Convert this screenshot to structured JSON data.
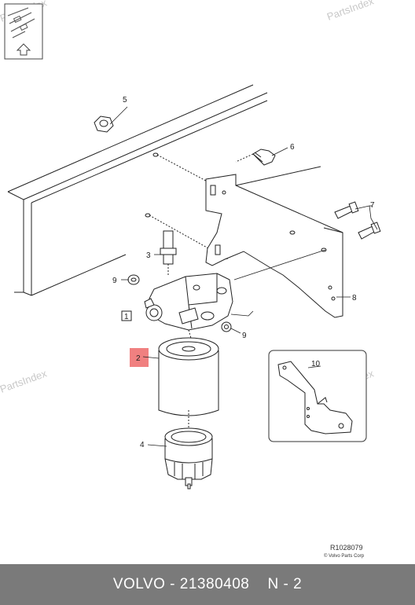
{
  "watermark": "PartsIndex",
  "callouts": {
    "c1": "1",
    "c2": "2",
    "c3": "3",
    "c4": "4",
    "c5": "5",
    "c6": "6",
    "c7": "7",
    "c8": "8",
    "c9a": "9",
    "c9b": "9",
    "c10": "10"
  },
  "drawing_ref": "R1028079",
  "copyright": "© Volvo Parts Corp",
  "footer": {
    "brand": "VOLVO",
    "separator1": " - ",
    "part_number": "21380408",
    "position": "N - 2"
  },
  "colors": {
    "highlight": "#f08080",
    "footer_bg": "#7a7a7a",
    "watermark": "#c8c8c8"
  }
}
